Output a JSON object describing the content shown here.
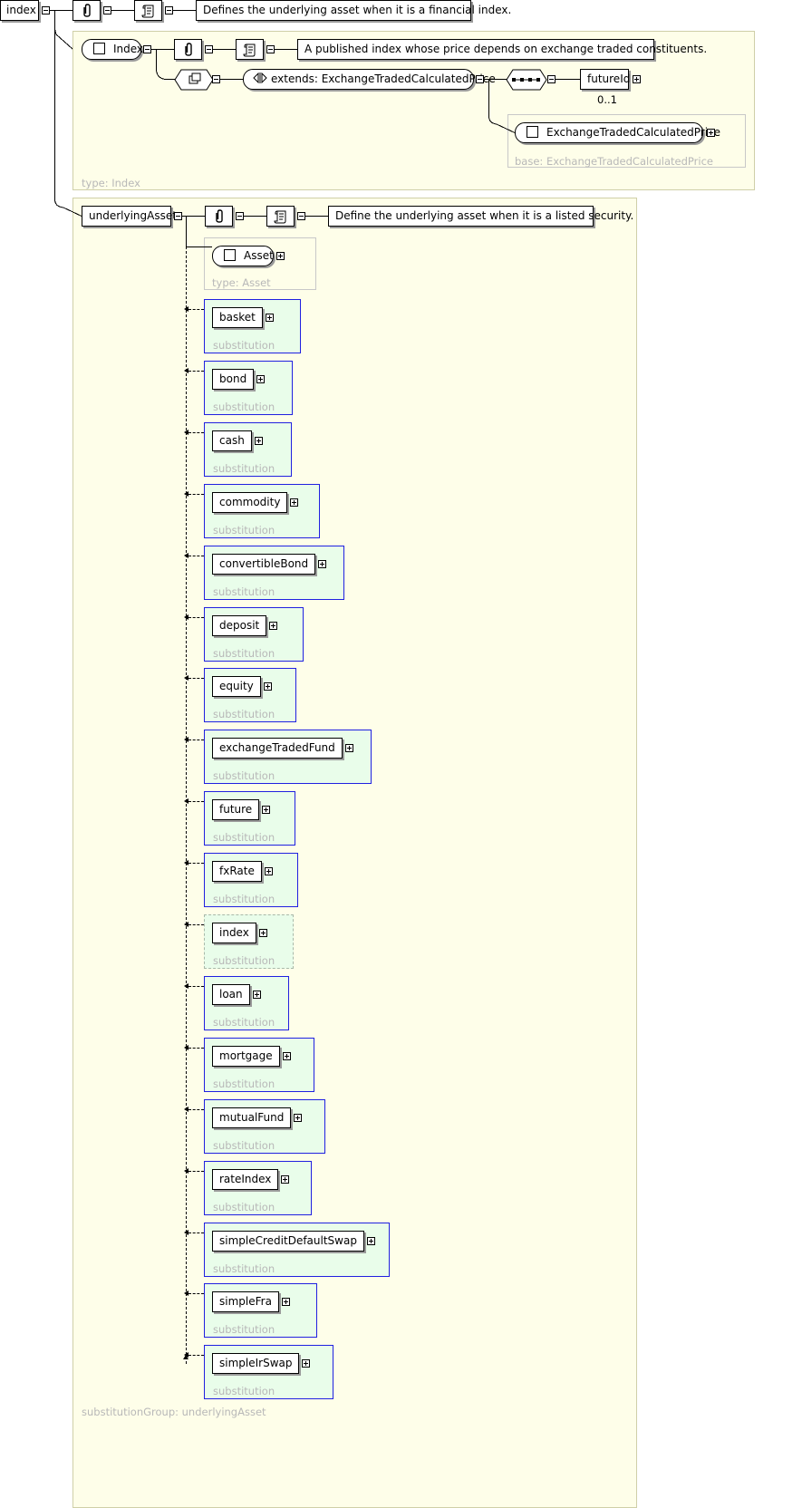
{
  "root": {
    "name": "index",
    "documentation": "Defines the underlying asset when it is a financial index."
  },
  "index_type": {
    "complex_type": "Index",
    "documentation": "A published index whose price depends on exchange traded constituents.",
    "extends": "extends: ExchangeTradedCalculatedPrice",
    "child_element": "futureId",
    "child_occurrence": "0..1",
    "base_type": "ExchangeTradedCalculatedPrice",
    "base_label": "base: ExchangeTradedCalculatedPrice",
    "type_label": "type: Index"
  },
  "underlying": {
    "name": "underlyingAsset",
    "documentation": "Define the underlying asset when it is a listed security.",
    "asset_type": "Asset",
    "asset_type_label": "type: Asset",
    "group_label": "substitutionGroup: underlyingAsset",
    "substitution_label": "substitution",
    "substitutions": [
      {
        "name": "basket",
        "abstract": false
      },
      {
        "name": "bond",
        "abstract": false
      },
      {
        "name": "cash",
        "abstract": false
      },
      {
        "name": "commodity",
        "abstract": false
      },
      {
        "name": "convertibleBond",
        "abstract": false
      },
      {
        "name": "deposit",
        "abstract": false
      },
      {
        "name": "equity",
        "abstract": false
      },
      {
        "name": "exchangeTradedFund",
        "abstract": false
      },
      {
        "name": "future",
        "abstract": false
      },
      {
        "name": "fxRate",
        "abstract": false
      },
      {
        "name": "index",
        "abstract": true
      },
      {
        "name": "loan",
        "abstract": false
      },
      {
        "name": "mortgage",
        "abstract": false
      },
      {
        "name": "mutualFund",
        "abstract": false
      },
      {
        "name": "rateIndex",
        "abstract": false
      },
      {
        "name": "simpleCreditDefaultSwap",
        "abstract": false
      },
      {
        "name": "simpleFra",
        "abstract": false
      },
      {
        "name": "simpleIrSwap",
        "abstract": false
      }
    ]
  },
  "icons": {
    "annotation": "paperclip-icon",
    "documentation": "scroll-icon",
    "sequence": "sequence-icon",
    "choice": "choice-icon",
    "extension": "extension-arrows-icon",
    "expand": "plus-toggle-icon",
    "collapse": "minus-toggle-icon"
  },
  "colors": {
    "panel_bg": "#fefee9",
    "substitution_bg": "#e9fdea",
    "substitution_border": "#2020e0",
    "faint_text": "#b8b8b8"
  }
}
